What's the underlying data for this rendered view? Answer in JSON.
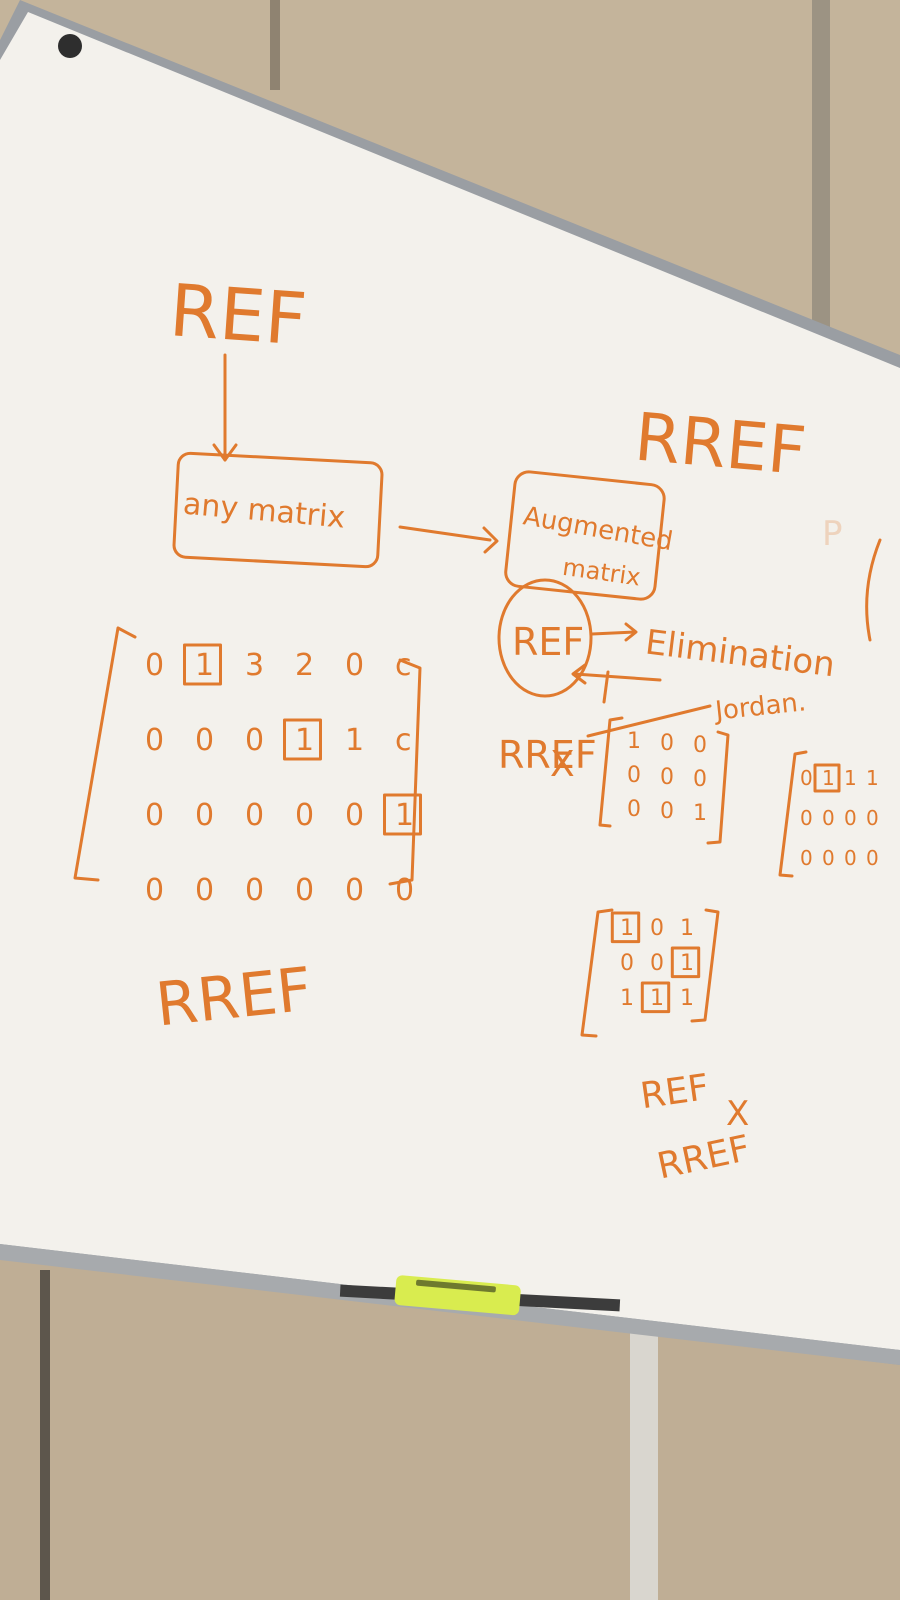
{
  "board": {
    "title_ref": "REF",
    "box_any_matrix": "any matrix",
    "title_rref": "RREF",
    "box_augmented_line1": "Augmented",
    "box_augmented_line2": "matrix",
    "circle_ref": "REF",
    "elimination": "Elimination",
    "jordan": "Jordan.",
    "rref_crossed": "RREF",
    "cross_mark": "X",
    "label_rref_left": "RREF",
    "label_ref_bottom": "REF",
    "label_rref_bottom": "RREF",
    "cross_bottom": "X",
    "partial_right": "P"
  },
  "matrix_main": {
    "rows": [
      [
        "0",
        "1",
        "3",
        "2",
        "0",
        "c"
      ],
      [
        "0",
        "0",
        "0",
        "1",
        "1",
        "c"
      ],
      [
        "0",
        "0",
        "0",
        "0",
        "0",
        "1"
      ],
      [
        "0",
        "0",
        "0",
        "0",
        "0",
        "0"
      ]
    ]
  },
  "matrix_small": {
    "rows": [
      [
        "1",
        "0",
        "0"
      ],
      [
        "0",
        "0",
        "0"
      ],
      [
        "0",
        "0",
        "1"
      ]
    ]
  },
  "matrix_right_partial": {
    "rows": [
      [
        "0",
        "1",
        "1",
        "1"
      ],
      [
        "0",
        "0",
        "0",
        "0"
      ],
      [
        "0",
        "0",
        "0",
        "0"
      ]
    ]
  },
  "matrix_bottom": {
    "rows": [
      [
        "1",
        "0",
        "1"
      ],
      [
        "0",
        "0",
        "1"
      ],
      [
        "1",
        "1",
        "1"
      ]
    ]
  },
  "colors": {
    "marker": "#e07a2e",
    "board": "#f3f1ec",
    "frame": "#9a9ea3",
    "wall": "#bfae95",
    "eraser": "#d9ec4f"
  }
}
